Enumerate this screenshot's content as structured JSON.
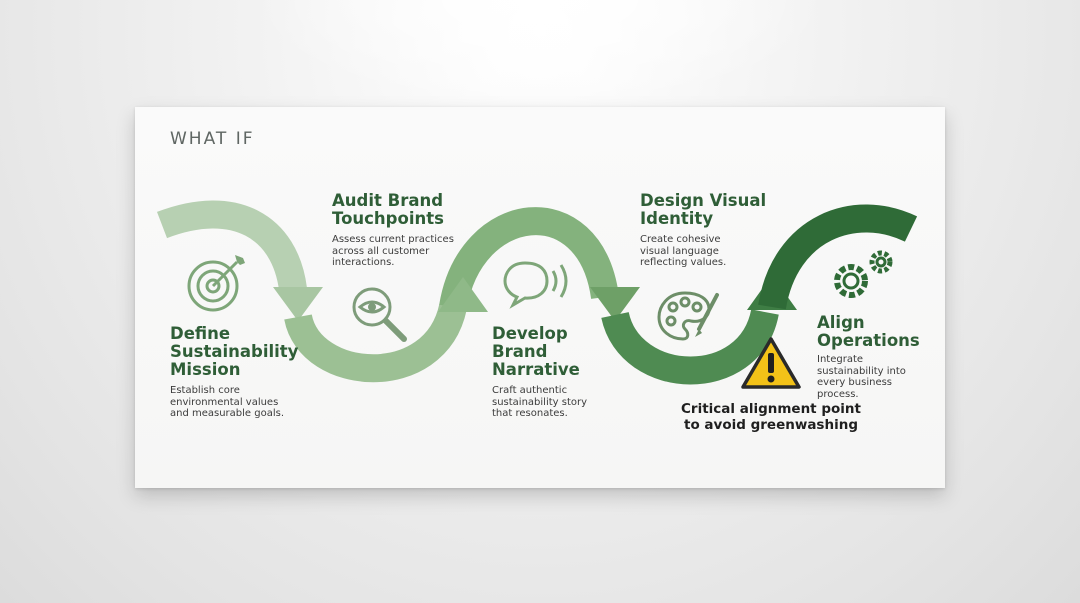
{
  "brand": "WHAT IF",
  "steps": [
    {
      "title": "Define Sustainability Mission",
      "desc": "Establish core environmental values and measurable goals.",
      "icon": "target-icon"
    },
    {
      "title": "Audit Brand Touchpoints",
      "desc": "Assess current practices across all customer interactions.",
      "icon": "magnifier-eye-icon"
    },
    {
      "title": "Develop Brand Narrative",
      "desc": "Craft authentic sustainability story that resonates.",
      "icon": "speech-bubble-icon"
    },
    {
      "title": "Design Visual Identity",
      "desc": "Create cohesive visual language reflecting values.",
      "icon": "palette-icon"
    },
    {
      "title": "Align Operations",
      "desc": "Integrate sustainability into every business process.",
      "icon": "gears-icon"
    }
  ],
  "warning": {
    "text": "Critical alignment point to avoid greenwashing",
    "icon": "warning-icon"
  },
  "colors": {
    "segment1": "#b7d0b2",
    "segment2": "#9cc094",
    "segment3": "#7aac74",
    "segment4": "#4f8b52",
    "segment5": "#2f6b37",
    "title": "#2f5e37",
    "warning_fill": "#f3c218"
  }
}
